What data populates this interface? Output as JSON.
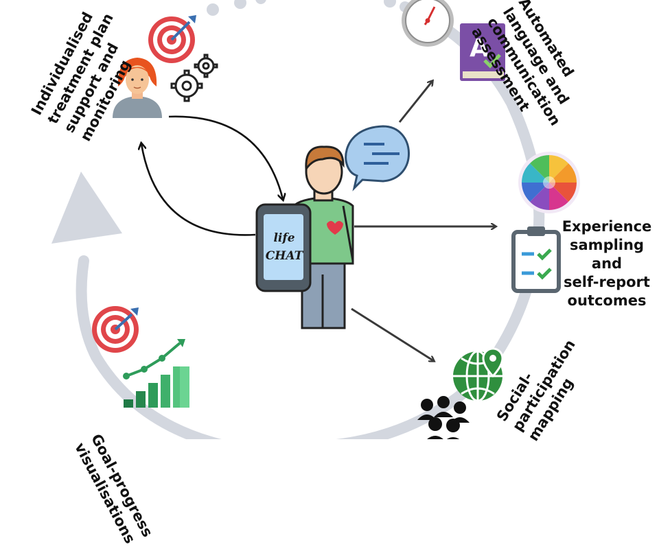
{
  "labels": {
    "top_left": [
      "Individualised",
      "treatment plan",
      "support and",
      "monitoring"
    ],
    "top_right": [
      "Automated",
      "language and",
      "communication",
      "assessment"
    ],
    "right": [
      "Experience",
      "sampling",
      "and",
      "self-report",
      "outcomes"
    ],
    "bottom_left": [
      "Goal-progress",
      "visualisations"
    ],
    "bottom_right": [
      "Social-",
      "participation",
      "mapping"
    ]
  },
  "phone": {
    "word1": "life",
    "word2": "CHAT"
  },
  "colors": {
    "cycle": "#d3d7df",
    "arrow": "#3a3a3a",
    "target_red": "#e0464a",
    "chart_green": "#2e9c5a",
    "globe_green": "#2f8f3e",
    "book_purple": "#7b4fa6",
    "person_shirt": "#7ec88a",
    "phone_screen": "#b9dcf7",
    "bubble_blue": "#a9cdee"
  },
  "icons": [
    "target-icon",
    "person-icon",
    "gears-icon",
    "stopwatch-icon",
    "book-icon",
    "color-wheel-icon",
    "clipboard-icon",
    "globe-pin-icon",
    "people-icon",
    "trend-chart-icon",
    "speech-bubble-icon",
    "phone-icon",
    "user-figure-icon"
  ]
}
